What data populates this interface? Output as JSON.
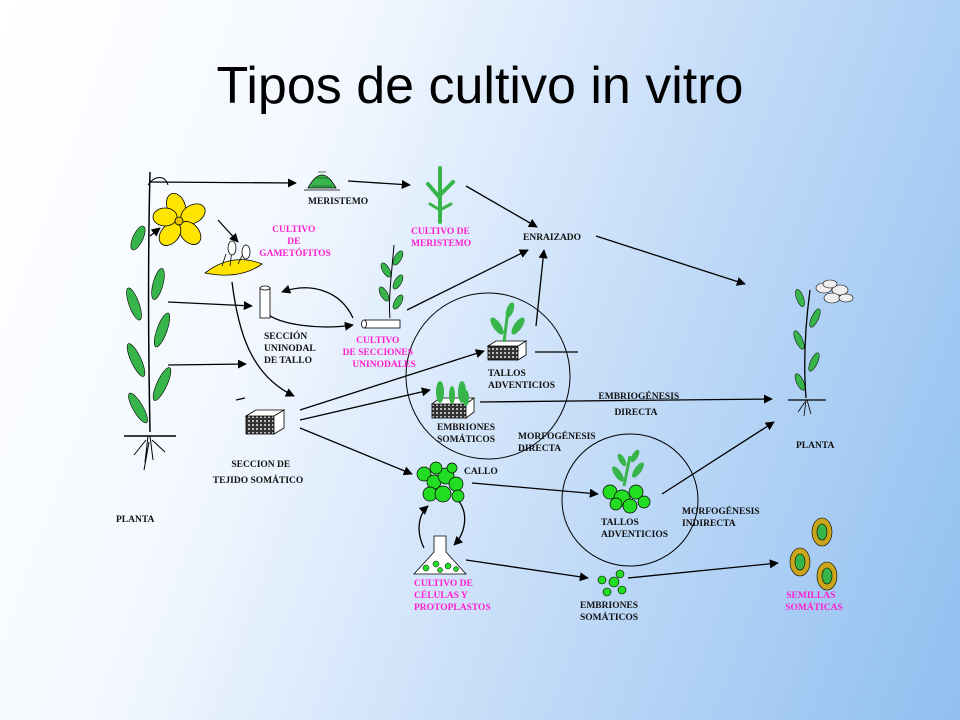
{
  "title": "Tipos de cultivo in vitro",
  "colors": {
    "leaf": "#38b54a",
    "flower": "#ffe400",
    "callus": "#22dd22",
    "seed": "#c8a51b",
    "label_magenta": "#ff1fd1"
  },
  "labels": {
    "meristemo": "MERISTEMO",
    "cultivo_gametofitos": [
      "CULTIVO",
      "DE",
      "GAMETÓFITOS"
    ],
    "cultivo_meristemo": [
      "CULTIVO DE",
      "MERISTEMO"
    ],
    "enraizado": "ENRAIZADO",
    "seccion_uninodal": [
      "SECCIÓN",
      "UNINODAL",
      "DE TALLO"
    ],
    "cultivo_secciones": [
      "CULTIVO",
      "DE SECCIONES",
      "UNINODALES"
    ],
    "tallos_adventicios_1": [
      "TALLOS",
      "ADVENTICIOS"
    ],
    "embriogenesis_directa": [
      "EMBRIOGÉNESIS",
      "DIRECTA"
    ],
    "embriones_somaticos_1": [
      "EMBRIONES",
      "SOMÁTICOS"
    ],
    "morfogenesis_directa": [
      "MORFOGÉNESIS",
      "DIRECTA"
    ],
    "planta_right": "PLANTA",
    "seccion_tejido": [
      "SECCION DE",
      "TEJIDO SOMÁTICO"
    ],
    "callo": "CALLO",
    "planta_left": "PLANTA",
    "morfogenesis_indirecta": [
      "MORFOGÉNESIS",
      "INDIRECTA"
    ],
    "tallos_adventicios_2": [
      "TALLOS",
      "ADVENTICIOS"
    ],
    "cultivo_celulas": [
      "CULTIVO DE",
      "CÉLULAS Y",
      "PROTOPLASTOS"
    ],
    "embriones_somaticos_2": [
      "EMBRIONES",
      "SOMÁTICOS"
    ],
    "semillas_somaticas": [
      "SEMILLAS",
      "SOMÁTICAS"
    ]
  }
}
